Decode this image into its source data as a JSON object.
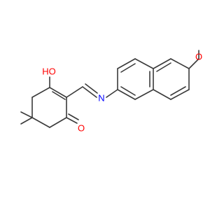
{
  "molecule": {
    "atoms": {
      "hydroxyl": "HO",
      "carbonyl_oxygen": "O",
      "imine_nitrogen": "N",
      "methoxy_oxygen": "O"
    },
    "colors": {
      "oxygen": "#ff0000",
      "nitrogen": "#0000ff",
      "bond": "#3a3a3a",
      "background": "#ffffff"
    }
  }
}
